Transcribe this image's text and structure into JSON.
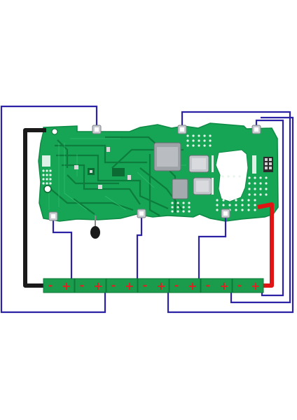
{
  "diagram": {
    "cells": [
      {
        "neg_label": "-",
        "pos_label": "+"
      },
      {
        "neg_label": "-",
        "pos_label": "+"
      },
      {
        "neg_label": "-",
        "pos_label": "+"
      },
      {
        "neg_label": "-",
        "pos_label": "+"
      },
      {
        "neg_label": "-",
        "pos_label": "+"
      },
      {
        "neg_label": "-",
        "pos_label": "+"
      },
      {
        "neg_label": "-",
        "pos_label": "+"
      }
    ],
    "colors": {
      "board": "#16a455",
      "board_dark": "#0e8a45",
      "trace": "#0c7d3c",
      "balance_wire": "#2b22a6",
      "negative_wire": "#1a1a1a",
      "positive_wire": "#e11414",
      "cell_body": "#1a9c4c",
      "cell_sign": "#e02020",
      "pad_metal": "#c9ccd0"
    },
    "board_pads": [
      "balance-tap-1",
      "balance-tap-2",
      "balance-tap-3",
      "balance-tap-4",
      "balance-tap-5",
      "balance-tap-6"
    ]
  }
}
